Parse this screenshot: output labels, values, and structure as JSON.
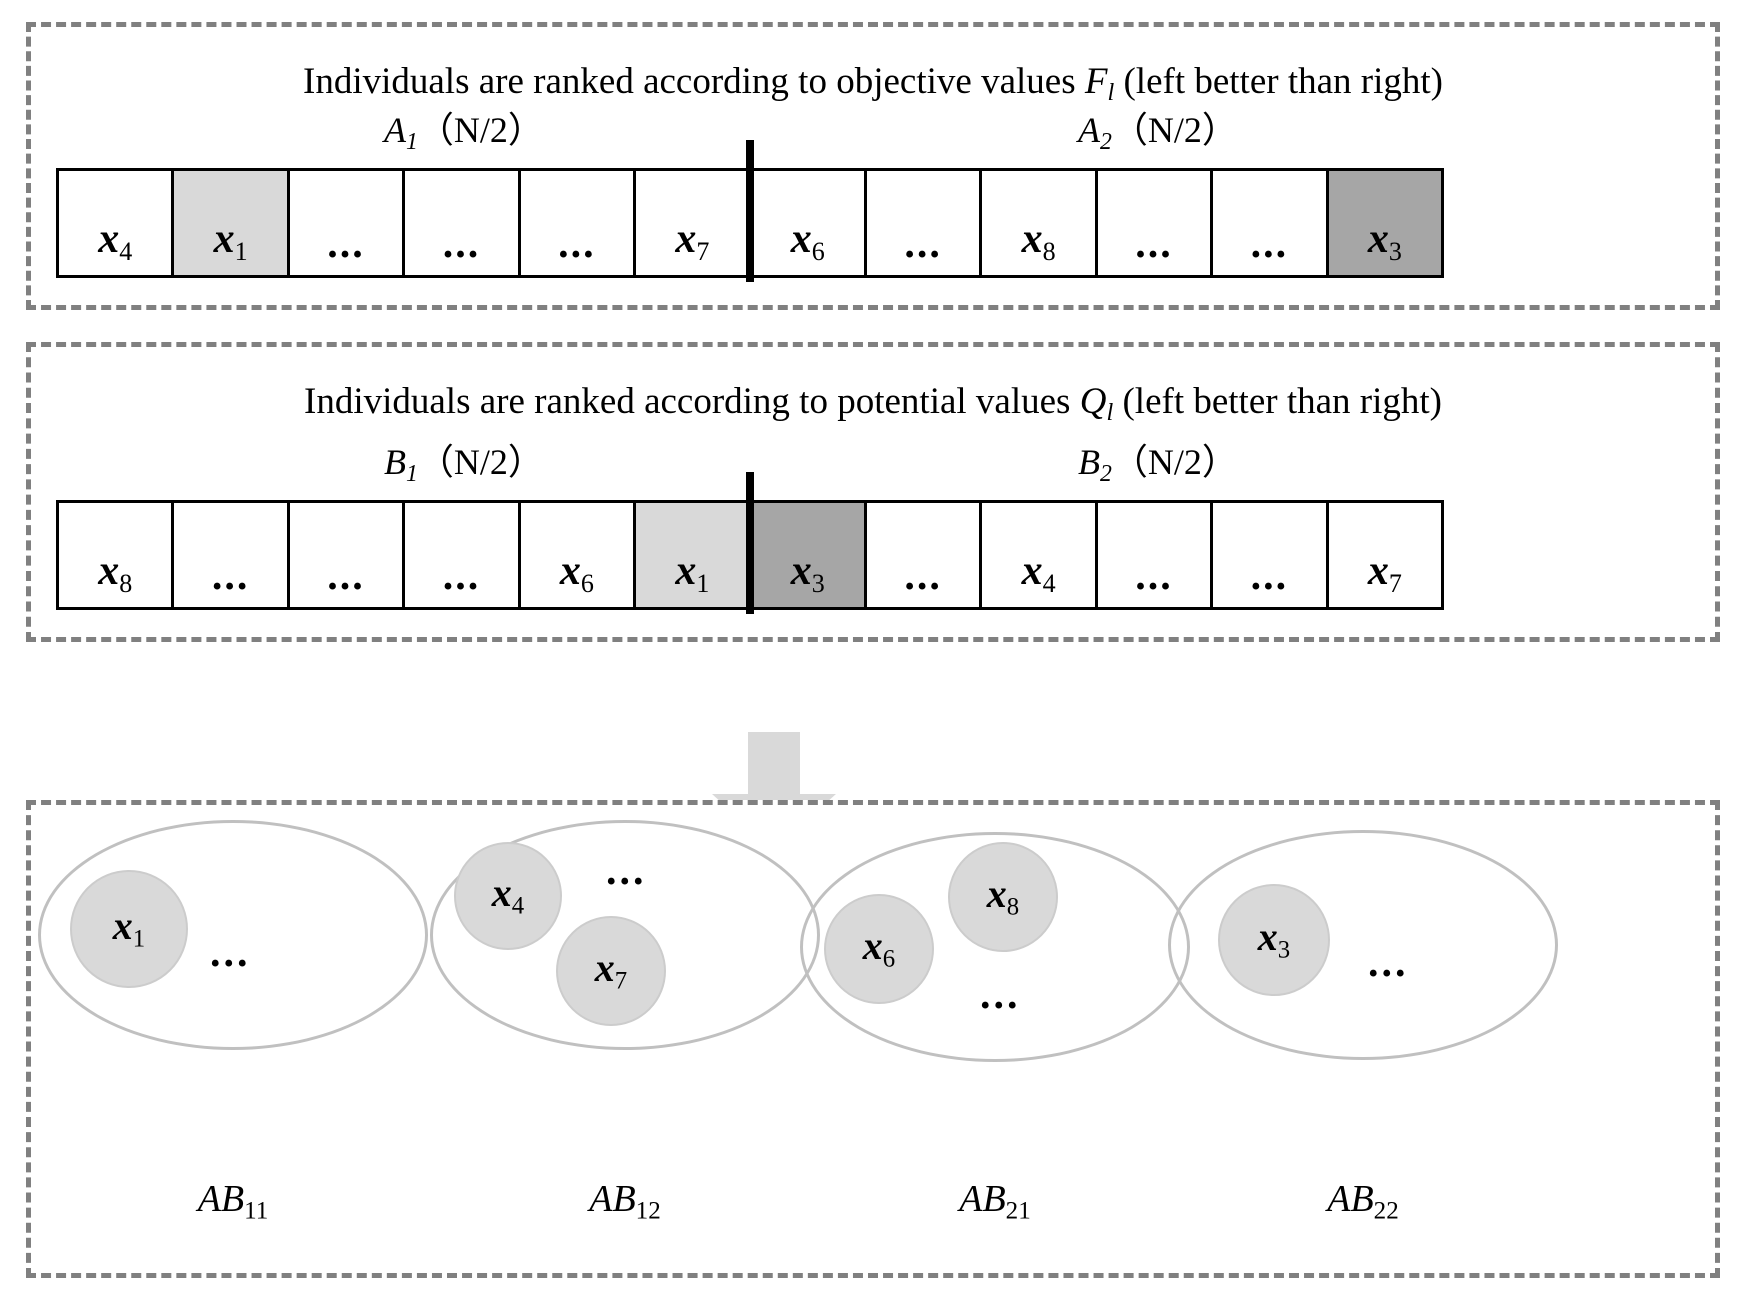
{
  "diagram": {
    "title": "Population partition by objective and potential value rankings",
    "colors": {
      "panel_border": "#808080",
      "cell_border": "#000000",
      "fill_light": "#d9d9d9",
      "fill_dark": "#a6a6a6",
      "ellipse_stroke": "#c0c0c0",
      "arrow_fill": "#d9d9d9"
    }
  },
  "panel_objective": {
    "caption_prefix": "Individuals are ranked according to objective values ",
    "caption_symbol": "F",
    "caption_symbol_sub": "l",
    "caption_suffix": " (left better than right)",
    "group_left": {
      "name": "A",
      "sub": "1",
      "size": "（N/2）"
    },
    "group_right": {
      "name": "A",
      "sub": "2",
      "size": "（N/2）"
    },
    "cells": [
      {
        "label": "x",
        "sub": "4",
        "fill": "none"
      },
      {
        "label": "x",
        "sub": "1",
        "fill": "light"
      },
      {
        "label": "...",
        "sub": "",
        "fill": "none"
      },
      {
        "label": "...",
        "sub": "",
        "fill": "none"
      },
      {
        "label": "...",
        "sub": "",
        "fill": "none"
      },
      {
        "label": "x",
        "sub": "7",
        "fill": "none"
      },
      {
        "label": "x",
        "sub": "6",
        "fill": "none"
      },
      {
        "label": "...",
        "sub": "",
        "fill": "none"
      },
      {
        "label": "x",
        "sub": "8",
        "fill": "none"
      },
      {
        "label": "...",
        "sub": "",
        "fill": "none"
      },
      {
        "label": "...",
        "sub": "",
        "fill": "none"
      },
      {
        "label": "x",
        "sub": "3",
        "fill": "dark"
      }
    ]
  },
  "panel_potential": {
    "caption_prefix": "Individuals are ranked according to potential values ",
    "caption_symbol": "Q",
    "caption_symbol_sub": "l",
    "caption_suffix": " (left better than right)",
    "group_left": {
      "name": "B",
      "sub": "1",
      "size": "（N/2）"
    },
    "group_right": {
      "name": "B",
      "sub": "2",
      "size": "（N/2）"
    },
    "cells": [
      {
        "label": "x",
        "sub": "8",
        "fill": "none"
      },
      {
        "label": "...",
        "sub": "",
        "fill": "none"
      },
      {
        "label": "...",
        "sub": "",
        "fill": "none"
      },
      {
        "label": "...",
        "sub": "",
        "fill": "none"
      },
      {
        "label": "x",
        "sub": "6",
        "fill": "none"
      },
      {
        "label": "x",
        "sub": "1",
        "fill": "light"
      },
      {
        "label": "x",
        "sub": "3",
        "fill": "dark"
      },
      {
        "label": "...",
        "sub": "",
        "fill": "none"
      },
      {
        "label": "x",
        "sub": "4",
        "fill": "none"
      },
      {
        "label": "...",
        "sub": "",
        "fill": "none"
      },
      {
        "label": "...",
        "sub": "",
        "fill": "none"
      },
      {
        "label": "x",
        "sub": "7",
        "fill": "none"
      }
    ]
  },
  "arrow": {
    "direction": "down",
    "name": "down-arrow"
  },
  "panel_groups": {
    "groups": [
      {
        "label": "AB",
        "label_sub": "11",
        "members": [
          {
            "label": "x",
            "sub": "1"
          }
        ],
        "ellipsis_count": 1
      },
      {
        "label": "AB",
        "label_sub": "12",
        "members": [
          {
            "label": "x",
            "sub": "4"
          },
          {
            "label": "x",
            "sub": "7"
          }
        ],
        "ellipsis_count": 1
      },
      {
        "label": "AB",
        "label_sub": "21",
        "members": [
          {
            "label": "x",
            "sub": "6"
          },
          {
            "label": "x",
            "sub": "8"
          }
        ],
        "ellipsis_count": 1
      },
      {
        "label": "AB",
        "label_sub": "22",
        "members": [
          {
            "label": "x",
            "sub": "3"
          }
        ],
        "ellipsis_count": 1
      }
    ],
    "ellipsis_glyph": "..."
  }
}
